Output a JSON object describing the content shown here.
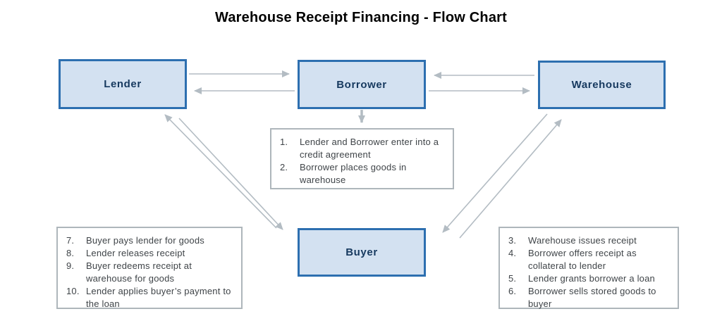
{
  "title": "Warehouse Receipt Financing - Flow Chart",
  "nodes": {
    "lender": "Lender",
    "borrower": "Borrower",
    "warehouse": "Warehouse",
    "buyer": "Buyer"
  },
  "notes": {
    "center": {
      "items": [
        {
          "num": "1.",
          "text": "Lender and Borrower enter into a credit agreement"
        },
        {
          "num": "2.",
          "text": "Borrower places goods in warehouse"
        }
      ]
    },
    "left": {
      "items": [
        {
          "num": "7.",
          "text": "Buyer pays lender for goods"
        },
        {
          "num": "8.",
          "text": "Lender releases receipt"
        },
        {
          "num": "9.",
          "text": "Buyer redeems receipt at warehouse for goods"
        },
        {
          "num": "10.",
          "text": "Lender applies buyer’s payment to the loan"
        }
      ]
    },
    "right": {
      "items": [
        {
          "num": "3.",
          "text": "Warehouse issues receipt"
        },
        {
          "num": "4.",
          "text": "Borrower offers receipt as collateral to lender"
        },
        {
          "num": "5.",
          "text": "Lender grants borrower a loan"
        },
        {
          "num": "6.",
          "text": "Borrower sells stored goods to buyer"
        }
      ]
    }
  },
  "colors": {
    "node_fill": "#d3e1f1",
    "node_border": "#2d6fb0",
    "node_text": "#16395f",
    "note_border": "#aeb6bb",
    "note_text": "#3f4448",
    "arrow": "#b3bcc3",
    "title_text": "#000000"
  }
}
